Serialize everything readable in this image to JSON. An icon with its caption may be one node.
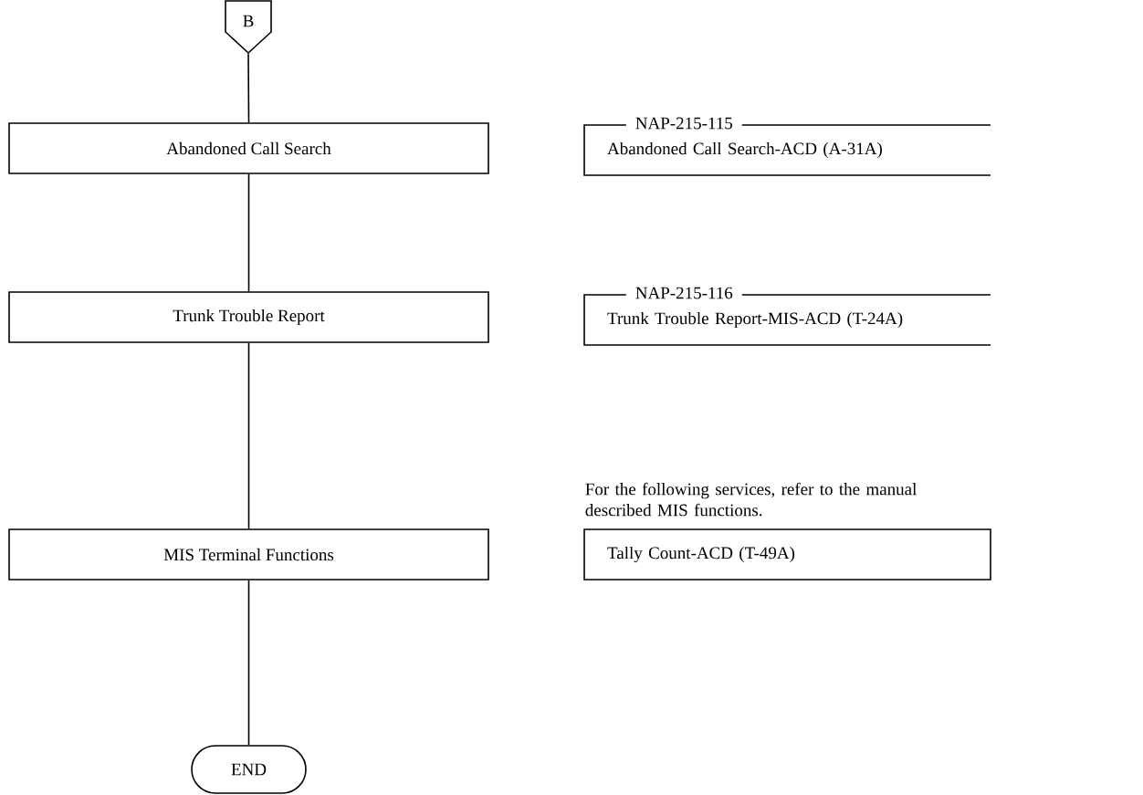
{
  "diagram": {
    "nodes": [
      {
        "text": [
          "B"
        ]
      },
      {
        "text": [
          "Abandoned Call Search"
        ]
      },
      {
        "text": [
          "NAP-215-115",
          "Abandoned Call Search-ACD (A-31A)"
        ]
      },
      {
        "text": [
          "Trunk Trouble Report"
        ]
      },
      {
        "text": [
          "NAP-215-116",
          "Trunk Trouble Report-MIS-ACD (T-24A)"
        ]
      },
      {
        "text": [
          "MIS Terminal Functions"
        ]
      },
      {
        "text": [
          "Tally Count-ACD (T-49A)"
        ]
      },
      {
        "text": [
          "END"
        ]
      }
    ],
    "edges": [
      {
        "from": 0,
        "to": 1,
        "arrow": "none"
      },
      {
        "from": 1,
        "to": 3,
        "arrow": "none"
      },
      {
        "from": 3,
        "to": 5,
        "arrow": "none"
      },
      {
        "from": 5,
        "to": 7,
        "arrow": "none"
      }
    ],
    "labels": [
      "For the following services, refer to the manual described MIS functions."
    ]
  }
}
